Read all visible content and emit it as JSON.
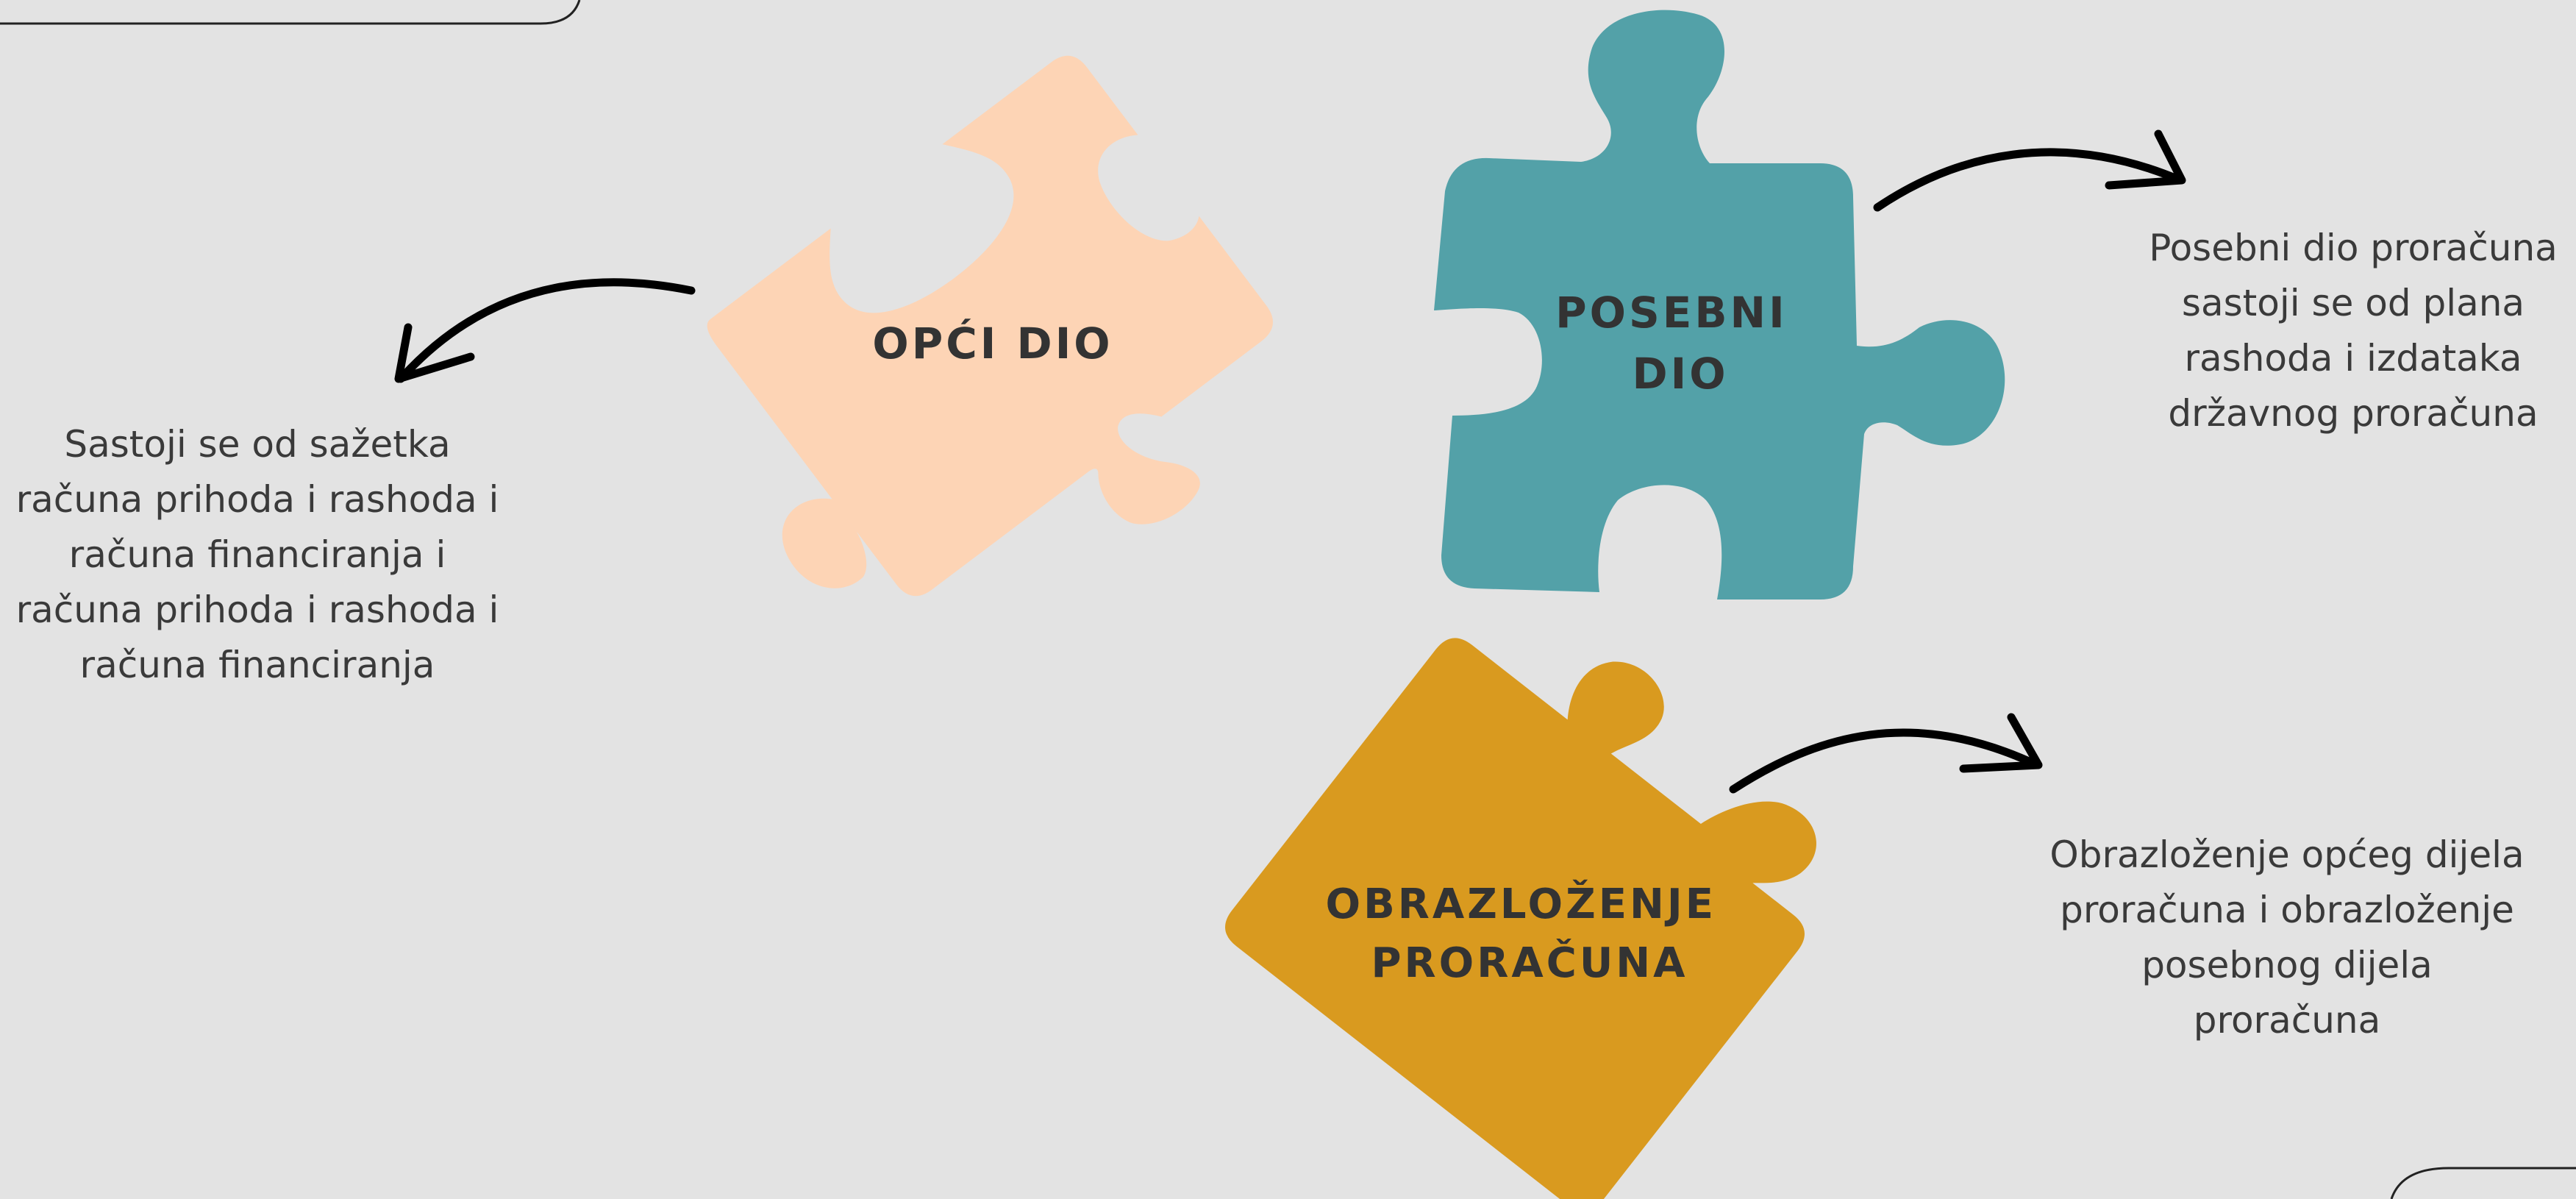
{
  "colors": {
    "background": "#e3e3e3",
    "opci_piece": "#fdd4b5",
    "posebni_piece": "#53a1a8",
    "obrazlozenje_piece": "#d99a1f",
    "label_text": "#333333",
    "description_text": "#3a3a3a",
    "arrow": "#000000"
  },
  "pieces": {
    "opci": {
      "label_lines": [
        "OPĆI DIO"
      ],
      "description_lines": [
        "Sastoji se od sažetka",
        "računa prihoda i rashoda i",
        "računa financiranja i",
        "računa prihoda i rashoda i",
        "računa financiranja"
      ]
    },
    "posebni": {
      "label_lines": [
        "POSEBNI",
        "DIO"
      ],
      "description_lines": [
        "Posebni dio proračuna",
        "sastoji se od plana",
        "rashoda i izdataka",
        "državnog proračuna"
      ]
    },
    "obrazlozenje": {
      "label_lines": [
        "OBRAZLOŽENJE",
        "PRORAČUNA"
      ],
      "description_lines": [
        "Obrazloženje općeg dijela",
        "proračuna i obrazloženje",
        "posebnog dijela",
        "proračuna"
      ]
    }
  }
}
